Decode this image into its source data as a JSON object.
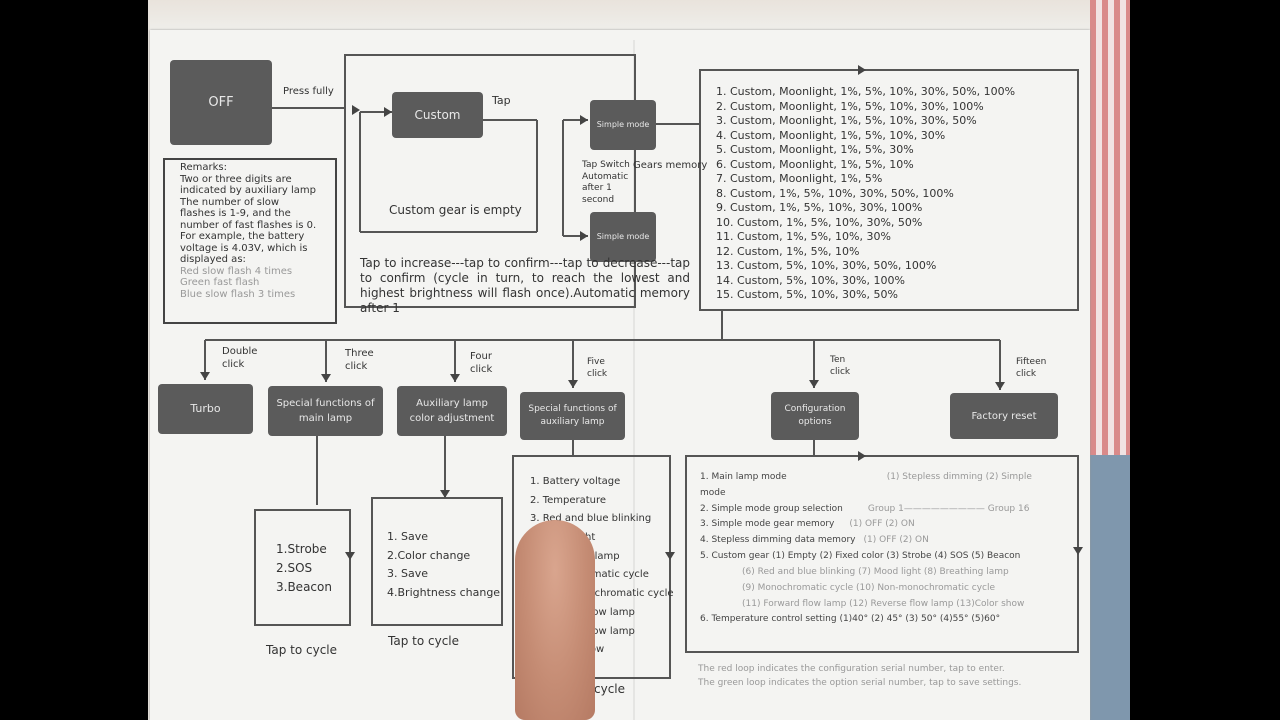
{
  "flow": {
    "off": "OFF",
    "press_fully": "Press fully",
    "custom": "Custom",
    "tap": "Tap",
    "simple_mode": "Simple mode",
    "gears_memory": "Gears memory",
    "tap_switch": "Tap Switch Automatic after 1 second",
    "simple_mode_2": "Simple mode",
    "custom_gear_empty": "Custom gear is empty",
    "tap_increase": "Tap to increase---tap to confirm---tap to decrease---tap to confirm (cycle in turn, to reach the lowest and highest brightness will flash once).Automatic memory after 1"
  },
  "remarks": {
    "title": "Remarks:",
    "lines": [
      "Two or three digits are",
      "indicated by auxiliary lamp",
      "The number of slow",
      "flashes is 1-9, and the",
      "number of fast flashes is 0.",
      "For example, the battery",
      "voltage is 4.03V, which is",
      "displayed as:"
    ],
    "colored": [
      "Red slow flash 4 times",
      "Green fast flash",
      "Blue slow flash 3 times"
    ]
  },
  "gear_groups": [
    "1. Custom, Moonlight, 1%, 5%, 10%, 30%, 50%, 100%",
    "2. Custom, Moonlight, 1%, 5%, 10%, 30%, 100%",
    "3. Custom, Moonlight, 1%, 5%, 10%, 30%, 50%",
    "4. Custom, Moonlight, 1%, 5%, 10%, 30%",
    "5. Custom, Moonlight, 1%, 5%, 30%",
    "6. Custom, Moonlight, 1%, 5%, 10%",
    "7. Custom, Moonlight, 1%, 5%",
    "8. Custom, 1%, 5%, 10%, 30%, 50%, 100%",
    "9. Custom, 1%, 5%, 10%, 30%, 100%",
    "10. Custom, 1%, 5%, 10%, 30%, 50%",
    "11. Custom, 1%, 5%, 10%, 30%",
    "12. Custom, 1%, 5%, 10%",
    "13. Custom, 5%, 10%, 30%, 50%, 100%",
    "14. Custom, 5%, 10%, 30%, 100%",
    "15. Custom, 5%, 10%, 30%, 50%"
  ],
  "clicks": {
    "double": "Double click",
    "three": "Three click",
    "four": "Four click",
    "five": "Five click",
    "ten": "Ten click",
    "fifteen": "Fifteen click"
  },
  "functions": {
    "turbo": "Turbo",
    "special_main": "Special functions of main lamp",
    "aux_color": "Auxiliary lamp color adjustment",
    "special_aux": "Special functions of auxiliary lamp",
    "config": "Configuration options",
    "factory_reset": "Factory reset"
  },
  "main_lamp_list": [
    "1.Strobe",
    "2.SOS",
    "3.Beacon"
  ],
  "tap_to_cycle": "Tap to cycle",
  "aux_color_list": [
    "1. Save",
    "2.Color change",
    "3. Save",
    "4.Brightness change"
  ],
  "tap_to_cycle_2": "Tap to cycle",
  "aux_special_list": [
    "1. Battery voltage",
    "2. Temperature",
    "3. Red and blue blinking",
    "4. Mood light",
    "5. Breathing lamp",
    "6. Monochromatic cycle",
    "7. Non-monochromatic cycle",
    "8. Forward flow lamp",
    "9. Reverse flow lamp",
    "10. Color show"
  ],
  "tap_to_cycle_3": "cycle",
  "config_list": {
    "line1": "1. Main lamp mode",
    "line1_opts": "(1) Stepless dimming   (2) Simple",
    "line1b": "mode",
    "line2": "2. Simple mode group selection",
    "line2_opts": "Group 1————————— Group 16",
    "line3": "3. Simple mode gear memory",
    "line3_opts": "(1) OFF      (2) ON",
    "line4": "4. Stepless dimming data memory",
    "line4_opts": "(1) OFF      (2) ON",
    "line5": "5. Custom gear (1) Empty (2) Fixed color (3) Strobe   (4) SOS   (5) Beacon",
    "line5b": "(6) Red and blue blinking      (7) Mood light   (8) Breathing lamp",
    "line5c": "(9) Monochromatic cycle        (10) Non-monochromatic cycle",
    "line5d": "(11) Forward flow lamp    (12) Reverse flow lamp    (13)Color show",
    "line6": "6. Temperature control setting   (1)40°  (2) 45° (3) 50° (4)55° (5)60°"
  },
  "footnotes": [
    "The red loop indicates the configuration serial number, tap to enter.",
    "The green loop indicates the option serial number, tap to save settings."
  ]
}
